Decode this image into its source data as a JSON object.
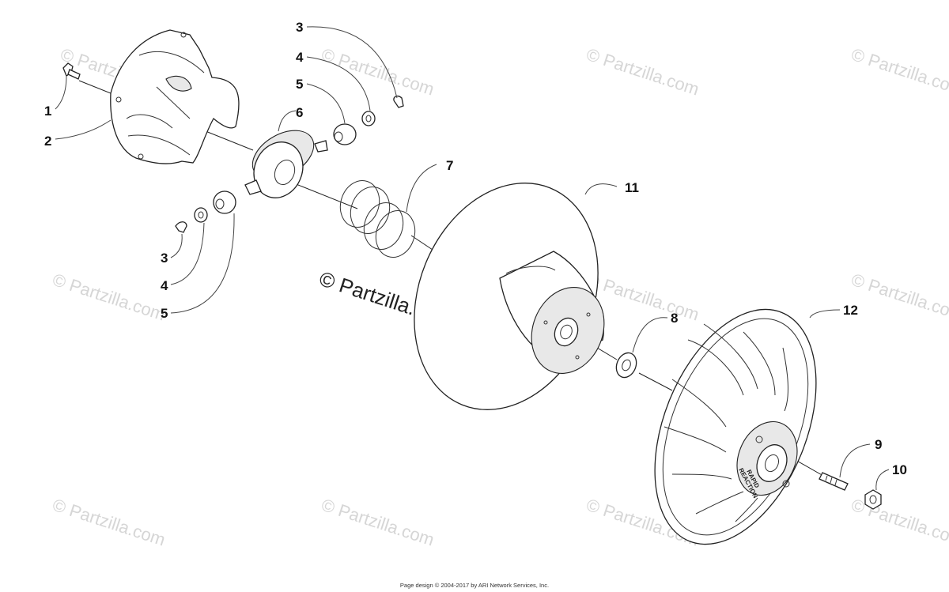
{
  "callouts": [
    {
      "id": "c1",
      "label": "1"
    },
    {
      "id": "c2",
      "label": "2"
    },
    {
      "id": "c3a",
      "label": "3"
    },
    {
      "id": "c4a",
      "label": "4"
    },
    {
      "id": "c5a",
      "label": "5"
    },
    {
      "id": "c6",
      "label": "6"
    },
    {
      "id": "c7",
      "label": "7"
    },
    {
      "id": "c3b",
      "label": "3"
    },
    {
      "id": "c4b",
      "label": "4"
    },
    {
      "id": "c5b",
      "label": "5"
    },
    {
      "id": "c11",
      "label": "11"
    },
    {
      "id": "c8",
      "label": "8"
    },
    {
      "id": "c12",
      "label": "12"
    },
    {
      "id": "c9",
      "label": "9"
    },
    {
      "id": "c10",
      "label": "10"
    }
  ],
  "watermark": {
    "text": "© Partzilla.com",
    "center_text": "© Partzilla.com"
  },
  "sheave_text": {
    "line1": "RAPID",
    "line2": "REACTION"
  },
  "footer": "Page design © 2004-2017 by ARI Network Services, Inc."
}
